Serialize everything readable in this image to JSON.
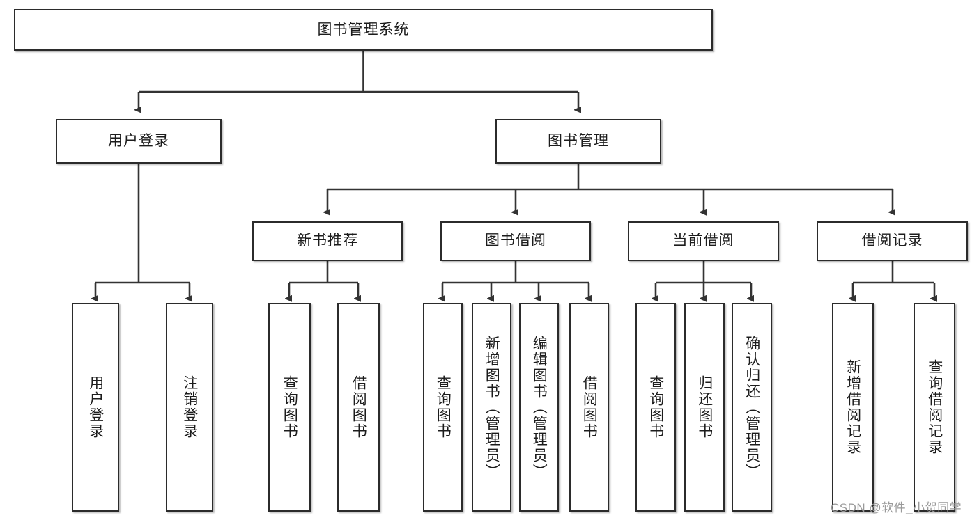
{
  "diagram": {
    "title": "图书管理系统",
    "type": "tree",
    "colors": {
      "box_border": "#2b2b2b",
      "box_fill": "#ffffff",
      "edge": "#333333",
      "text": "#1c1c1c",
      "watermark": "#9a9a9a"
    },
    "nodes": {
      "root": {
        "label": "图书管理系统"
      },
      "level2": [
        {
          "id": "user-login",
          "label": "用户登录"
        },
        {
          "id": "book-manage",
          "label": "图书管理"
        }
      ],
      "level3": [
        {
          "id": "new-book-recommend",
          "label": "新书推荐"
        },
        {
          "id": "book-borrow",
          "label": "图书借阅"
        },
        {
          "id": "current-borrow",
          "label": "当前借阅"
        },
        {
          "id": "borrow-record",
          "label": "借阅记录"
        }
      ],
      "leaves": {
        "user-login": [
          {
            "id": "leaf-user-login",
            "label": "用户登录"
          },
          {
            "id": "leaf-logout-login",
            "label": "注销登录"
          }
        ],
        "new-book-recommend": [
          {
            "id": "leaf-query-book-1",
            "label": "查询图书"
          },
          {
            "id": "leaf-borrow-book-1",
            "label": "借阅图书"
          }
        ],
        "book-borrow": [
          {
            "id": "leaf-query-book-2",
            "label": "查询图书"
          },
          {
            "id": "leaf-add-book",
            "label": "新增图书（管理员）"
          },
          {
            "id": "leaf-edit-book",
            "label": "编辑图书（管理员）"
          },
          {
            "id": "leaf-borrow-book-2",
            "label": "借阅图书"
          }
        ],
        "current-borrow": [
          {
            "id": "leaf-query-book-3",
            "label": "查询图书"
          },
          {
            "id": "leaf-return-book",
            "label": "归还图书"
          },
          {
            "id": "leaf-confirm-return",
            "label": "确认归还（管理员）"
          }
        ],
        "borrow-record": [
          {
            "id": "leaf-add-record",
            "label": "新增借阅记录"
          },
          {
            "id": "leaf-query-record",
            "label": "查询借阅记录"
          }
        ]
      }
    },
    "watermark": "CSDN @软件_小贺同学"
  }
}
